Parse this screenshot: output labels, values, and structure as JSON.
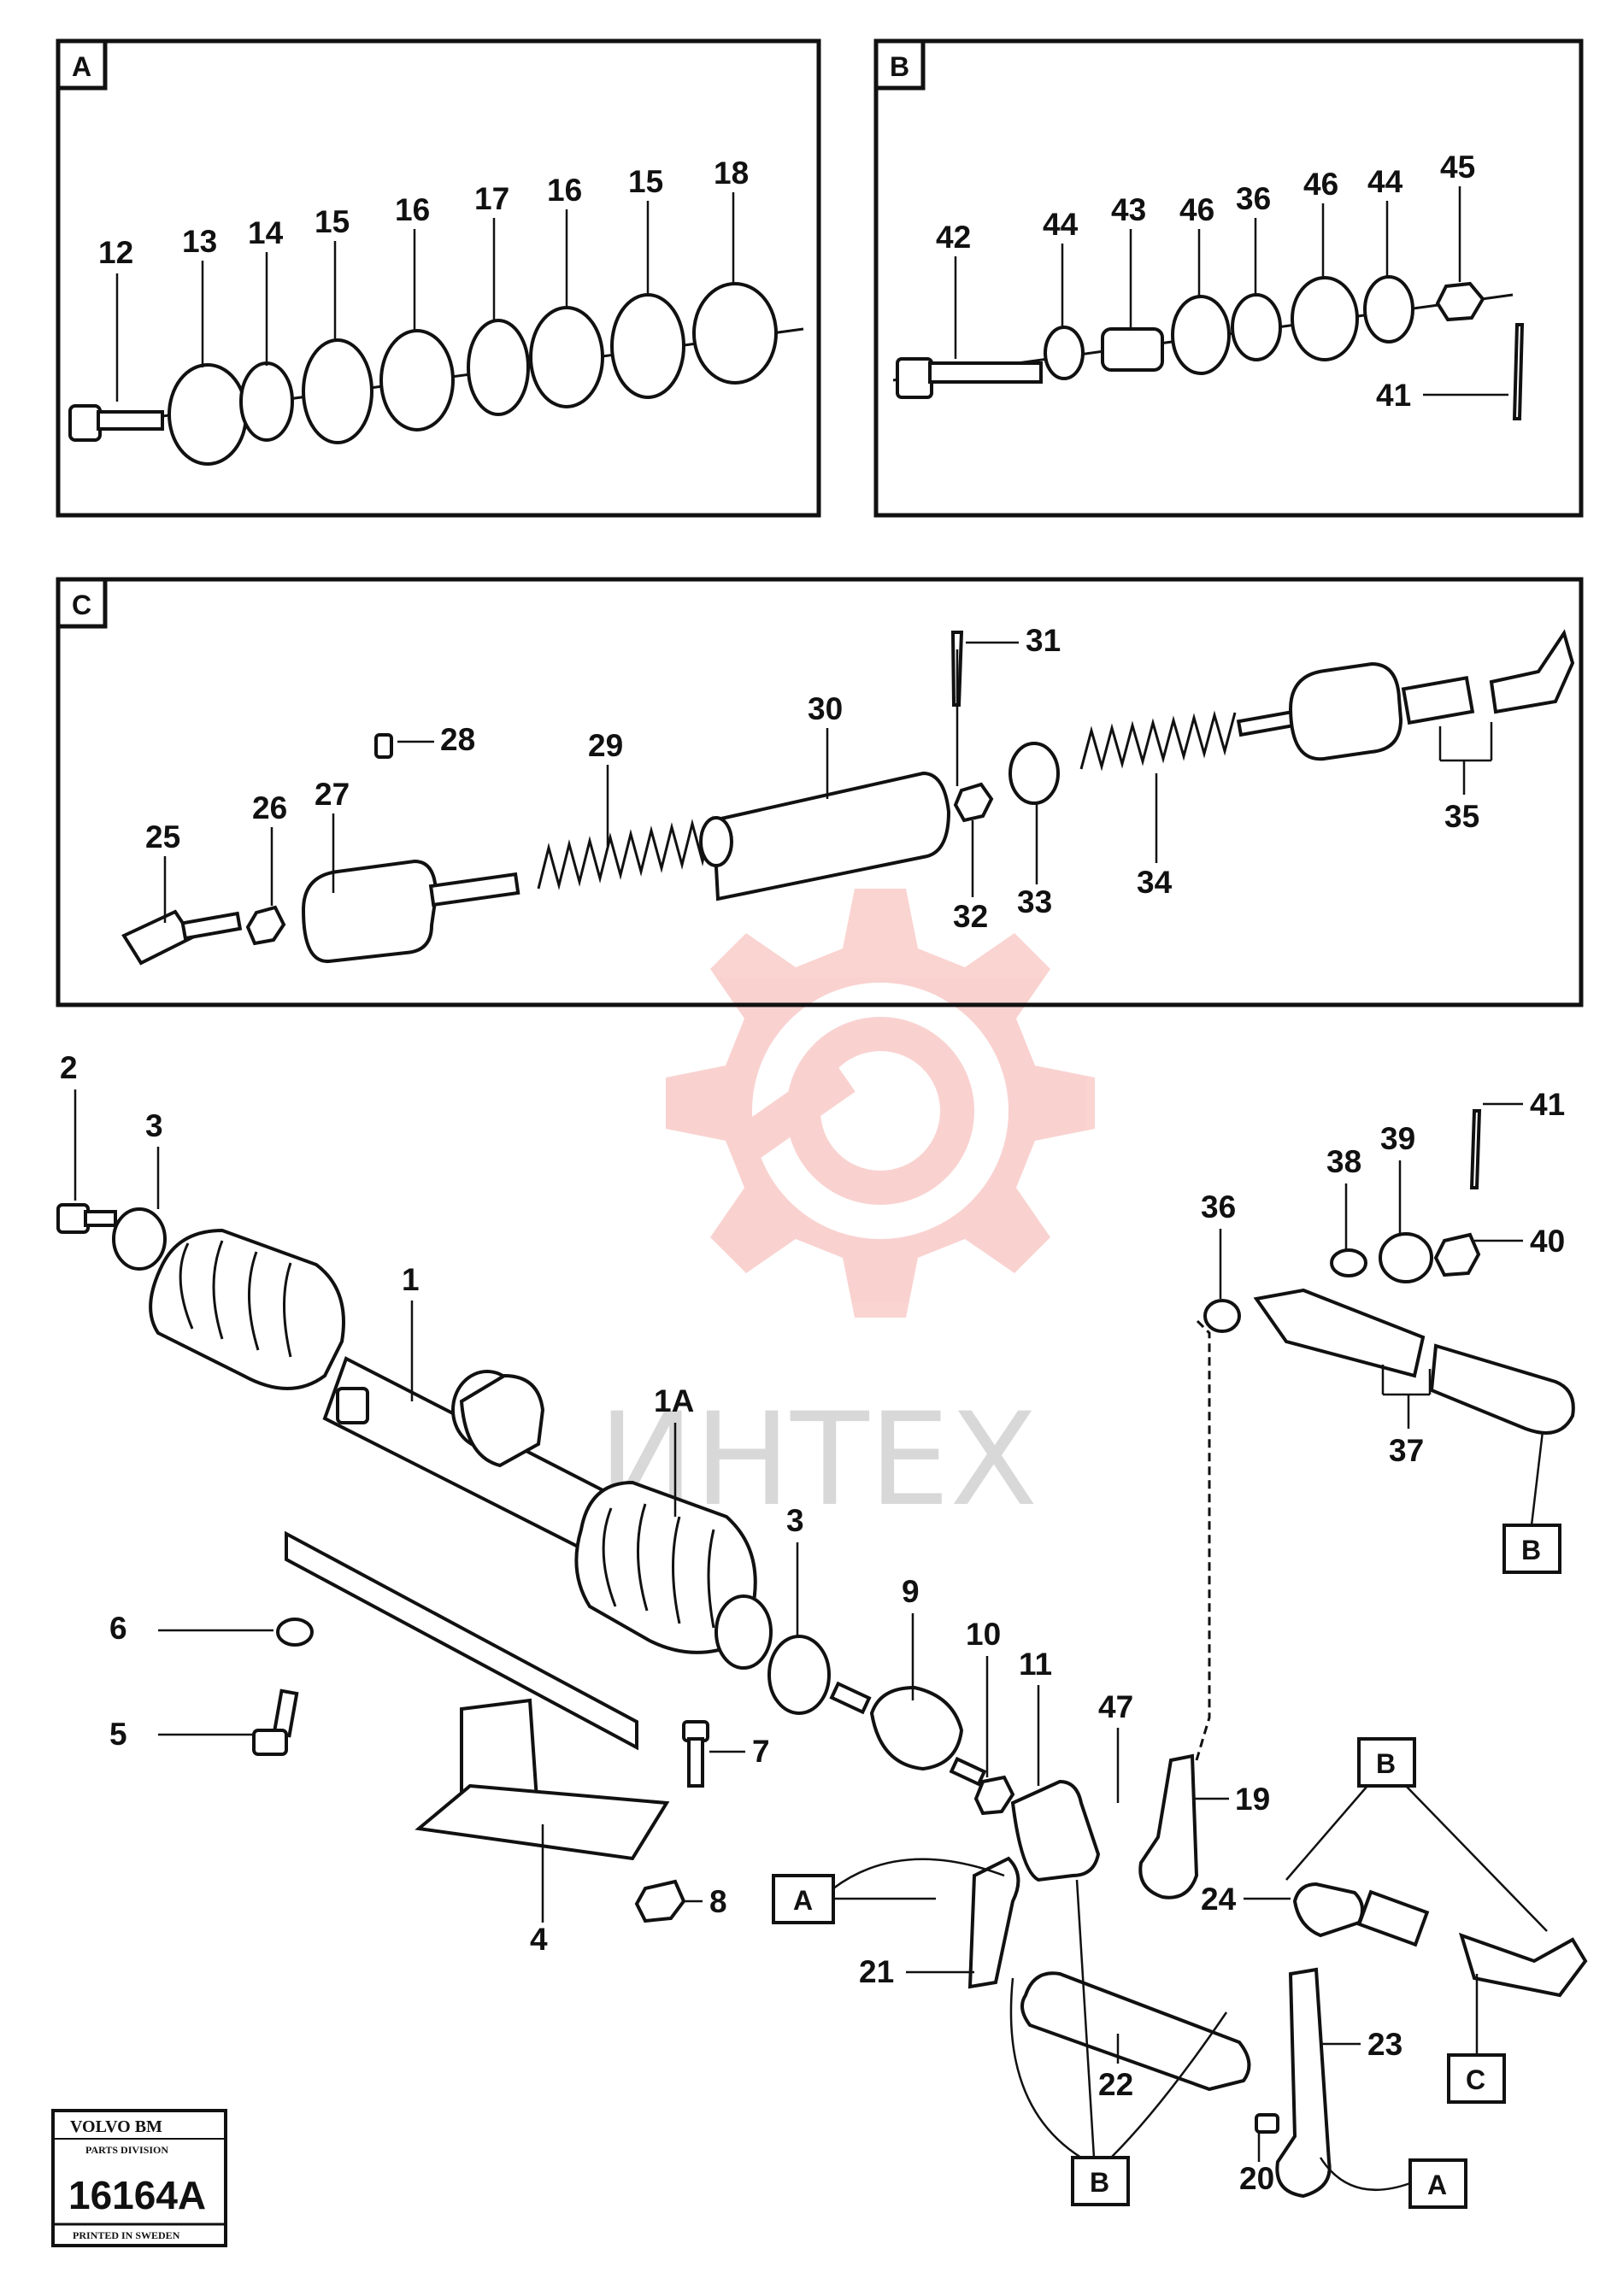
{
  "panels": [
    {
      "id": "A",
      "label": "A"
    },
    {
      "id": "B",
      "label": "B"
    },
    {
      "id": "C",
      "label": "C"
    }
  ],
  "panel_a_labels": [
    "12",
    "13",
    "14",
    "15",
    "16",
    "17",
    "16",
    "15",
    "18"
  ],
  "panel_b_labels": [
    "42",
    "44",
    "43",
    "46",
    "36",
    "46",
    "44",
    "45",
    "41"
  ],
  "panel_c_labels": [
    "25",
    "26",
    "27",
    "28",
    "29",
    "30",
    "31",
    "32",
    "33",
    "34",
    "35"
  ],
  "main_labels": [
    "2",
    "3",
    "1",
    "1A",
    "3",
    "9",
    "10",
    "11",
    "6",
    "5",
    "7",
    "8",
    "4",
    "47",
    "19",
    "36",
    "38",
    "39",
    "41",
    "40",
    "37",
    "24",
    "21",
    "22",
    "23",
    "20"
  ],
  "ref_boxes": [
    "B",
    "A",
    "B",
    "C",
    "B",
    "A"
  ],
  "watermark": "ИНТЕХ",
  "stamp": {
    "brand": "VOLVO BM",
    "division": "PARTS DIVISION",
    "code": "16164A",
    "footer": "PRINTED IN SWEDEN"
  },
  "colors": {
    "ink": "#111111",
    "watermark": "#e8392e"
  }
}
